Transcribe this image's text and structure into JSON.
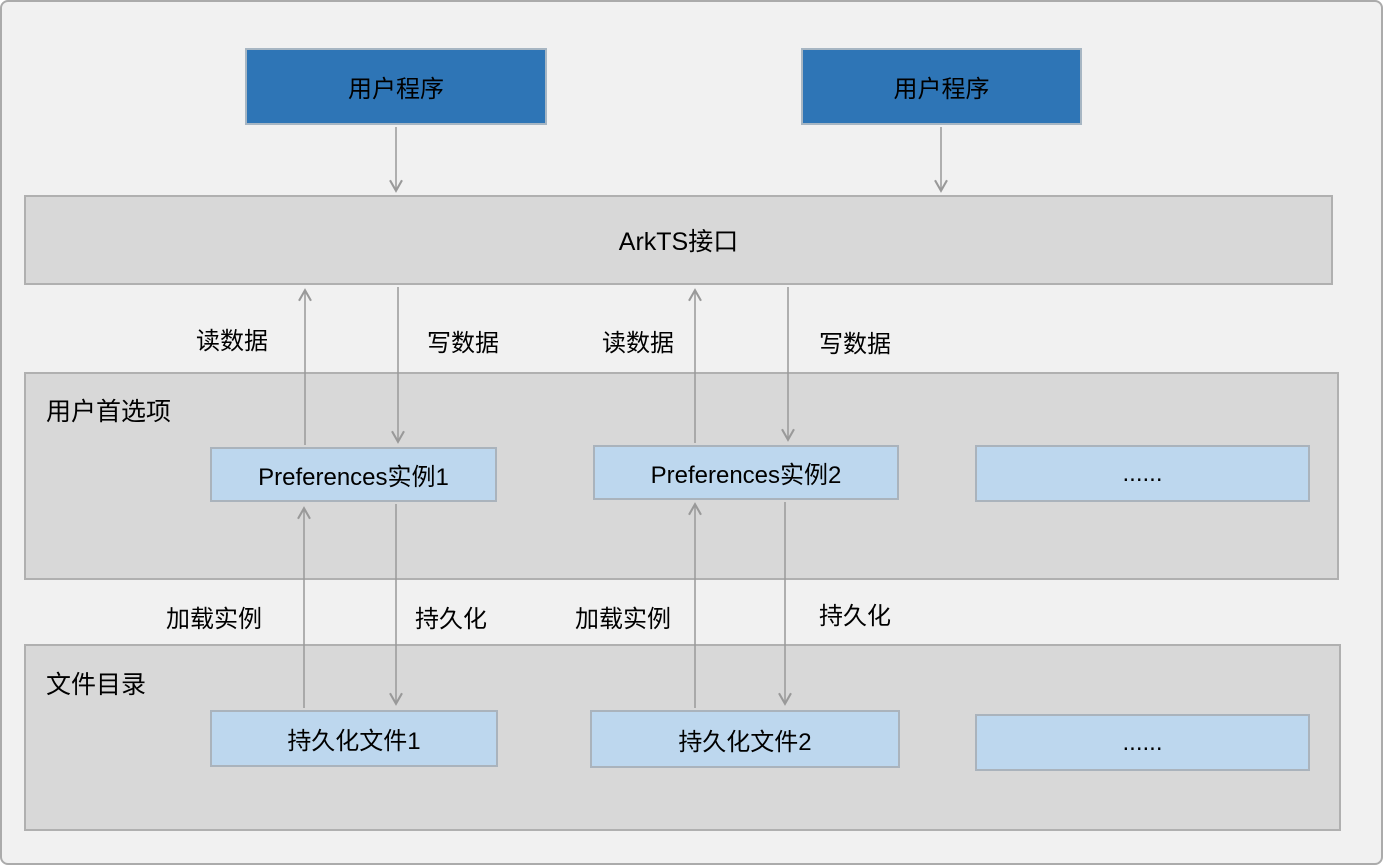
{
  "app_boxes": [
    {
      "label": "用户程序"
    },
    {
      "label": "用户程序"
    }
  ],
  "api_bar": {
    "label": "ArkTS接口"
  },
  "flow_labels": {
    "read_1": "读数据",
    "write_1": "写数据",
    "read_2": "读数据",
    "write_2": "写数据",
    "load_1": "加载实例",
    "persist_1": "持久化",
    "load_2": "加载实例",
    "persist_2": "持久化"
  },
  "preferences_section": {
    "title": "用户首选项",
    "instances": [
      {
        "label": "Preferences实例1"
      },
      {
        "label": "Preferences实例2"
      },
      {
        "label": "......"
      }
    ]
  },
  "files_section": {
    "title": "文件目录",
    "files": [
      {
        "label": "持久化文件1"
      },
      {
        "label": "持久化文件2"
      },
      {
        "label": "......"
      }
    ]
  },
  "colors": {
    "app_box_fill": "#2e75b6",
    "section_fill": "#d8d8d8",
    "instance_fill": "#bdd7ee",
    "arrow": "#999999",
    "background": "#f1f1f1",
    "border_gray": "#b0b0b0"
  }
}
